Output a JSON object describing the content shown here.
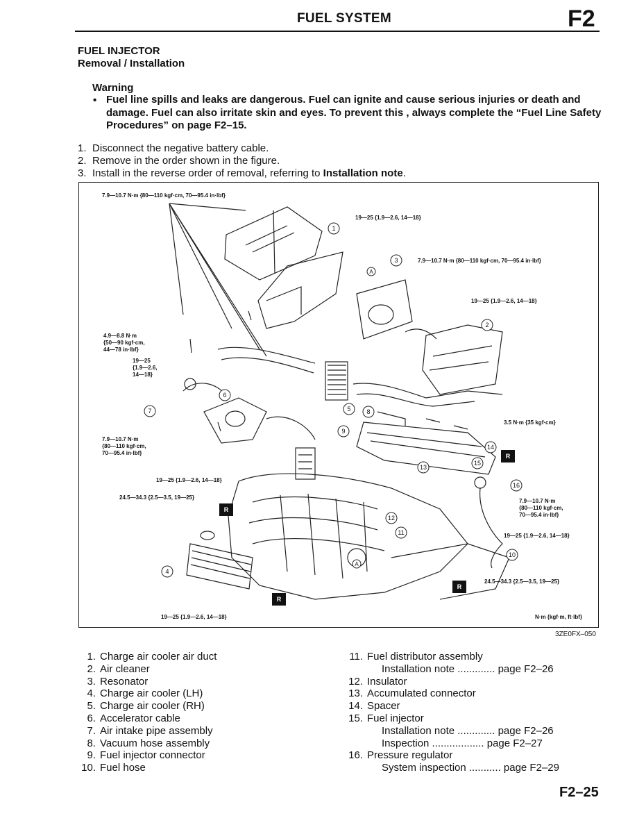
{
  "header": {
    "title": "FUEL SYSTEM",
    "code": "F2"
  },
  "section": {
    "title": "FUEL INJECTOR",
    "subtitle": "Removal / Installation"
  },
  "warning": {
    "heading": "Warning",
    "text": "Fuel line spills and leaks are dangerous. Fuel can ignite and cause serious injuries or death and damage. Fuel can also irritate skin and eyes. To prevent this , always complete the “Fuel Line Safety Procedures” on page F2–15."
  },
  "steps": [
    {
      "n": "1.",
      "text": "Disconnect the negative battery cable.",
      "bold": ""
    },
    {
      "n": "2.",
      "text": "Remove in the order shown in the figure.",
      "bold": ""
    },
    {
      "n": "3.",
      "text": "Install in the reverse order of removal, referring to ",
      "bold": "Installation note"
    }
  ],
  "figure": {
    "code": "3ZE0FX–050",
    "torque_labels": [
      "7.9—10.7 N·m {80—110 kgf·cm, 70—95.4 in·lbf}",
      "19—25 {1.9—2.6, 14—18}",
      "7.9—10.7 N·m {80—110 kgf·cm, 70—95.4 in·lbf}",
      "19—25 {1.9—2.6, 14—18}",
      "3.5 N·m {35 kgf·cm}",
      "19—25 {1.9—2.6, 14—18}",
      "24.5—34.3 {2.5—3.5, 19—25}",
      "24.5—34.3 {2.5—3.5, 19—25}",
      "19—25 {1.9—2.6, 14—18}",
      "19—25 {1.9—2.6, 14—18}",
      "N·m {kgf·m, ft·lbf}"
    ],
    "multi_labels": [
      [
        "4.9—8.8 N·m",
        "{50—90 kgf·cm,",
        "44—78 in·lbf}"
      ],
      [
        "19—25",
        "{1.9—2.6,",
        "14—18}"
      ],
      [
        "7.9—10.7 N·m",
        "{80—110 kgf·cm,",
        "70—95.4 in·lbf}"
      ],
      [
        "7.9—10.7 N·m",
        "{80—110 kgf·cm,",
        "70—95.4 in·lbf}"
      ]
    ],
    "callouts": [
      "1",
      "2",
      "3",
      "4",
      "5",
      "6",
      "7",
      "8",
      "9",
      "10",
      "11",
      "12",
      "13",
      "14",
      "15",
      "16"
    ],
    "markers": {
      "replace": "R",
      "a": "A"
    }
  },
  "parts_left": [
    {
      "n": "1.",
      "name": "Charge air cooler air duct"
    },
    {
      "n": "2.",
      "name": "Air cleaner"
    },
    {
      "n": "3.",
      "name": "Resonator"
    },
    {
      "n": "4.",
      "name": "Charge air cooler (LH)"
    },
    {
      "n": "5.",
      "name": "Charge air cooler (RH)"
    },
    {
      "n": "6.",
      "name": "Accelerator cable"
    },
    {
      "n": "7.",
      "name": "Air intake pipe assembly"
    },
    {
      "n": "8.",
      "name": "Vacuum hose assembly"
    },
    {
      "n": "9.",
      "name": "Fuel injector connector"
    },
    {
      "n": "10.",
      "name": "Fuel hose"
    }
  ],
  "parts_right": [
    {
      "n": "11.",
      "name": "Fuel distributor assembly"
    },
    {
      "sub": "Installation note ............. page F2–26"
    },
    {
      "n": "12.",
      "name": "Insulator"
    },
    {
      "n": "13.",
      "name": "Accumulated connector"
    },
    {
      "n": "14.",
      "name": "Spacer"
    },
    {
      "n": "15.",
      "name": "Fuel injector"
    },
    {
      "sub": "Installation note ............. page F2–26"
    },
    {
      "sub": "Inspection .................. page F2–27"
    },
    {
      "n": "16.",
      "name": "Pressure regulator"
    },
    {
      "sub": "System inspection ........... page F2–29"
    }
  ],
  "page_number": "F2–25"
}
